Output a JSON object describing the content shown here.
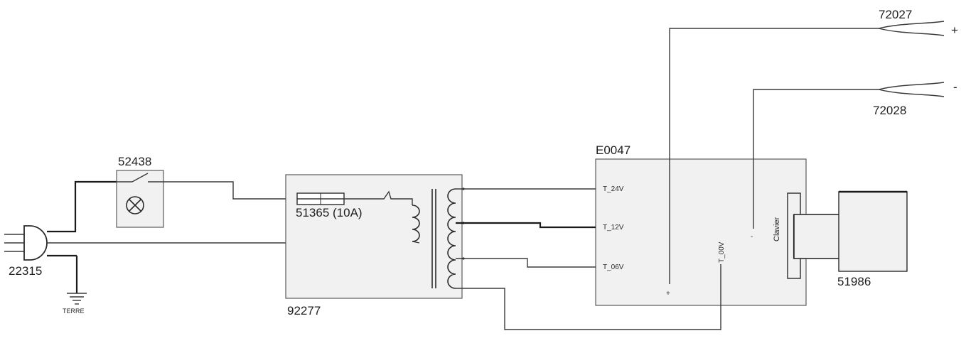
{
  "components": {
    "plug": {
      "ref": "22315"
    },
    "ground": {
      "label": "TERRE"
    },
    "switch_lamp": {
      "ref": "52438"
    },
    "fuse": {
      "ref": "51365 (10A)"
    },
    "transformer": {
      "ref": "92277"
    },
    "board": {
      "ref": "E0047",
      "terminals": {
        "t24": "T_24V",
        "t12": "T_12V",
        "t06": "T_06V",
        "t00": "T_00V",
        "plus": "+",
        "minus": "-",
        "keypad": "Clavier"
      }
    },
    "keypad_unit": {
      "ref": "51986"
    },
    "lead_positive": {
      "ref": "72027",
      "sign": "+"
    },
    "lead_negative": {
      "ref": "72028",
      "sign": "-"
    }
  }
}
